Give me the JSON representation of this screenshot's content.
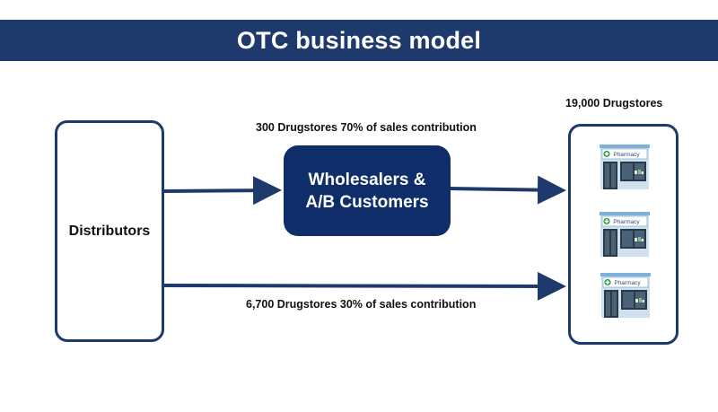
{
  "title": "OTC business model",
  "distributors": {
    "label": "Distributors"
  },
  "wholesalers": {
    "line1": "Wholesalers &",
    "line2": "A/B Customers"
  },
  "flows": {
    "top_label": "300 Drugstores 70% of sales contribution",
    "bottom_label": "6,700 Drugstores 30% of sales contribution"
  },
  "drugstores": {
    "total_label": "19,000 Drugstores",
    "store_sign": "Pharmacy"
  },
  "icons": [
    "pharmacy-storefront-icon",
    "pharmacy-storefront-icon",
    "pharmacy-storefront-icon"
  ],
  "colors": {
    "banner": "#1e3a6d",
    "wholesaler_fill": "#0e2d69",
    "arrow": "#1e3a6d"
  }
}
